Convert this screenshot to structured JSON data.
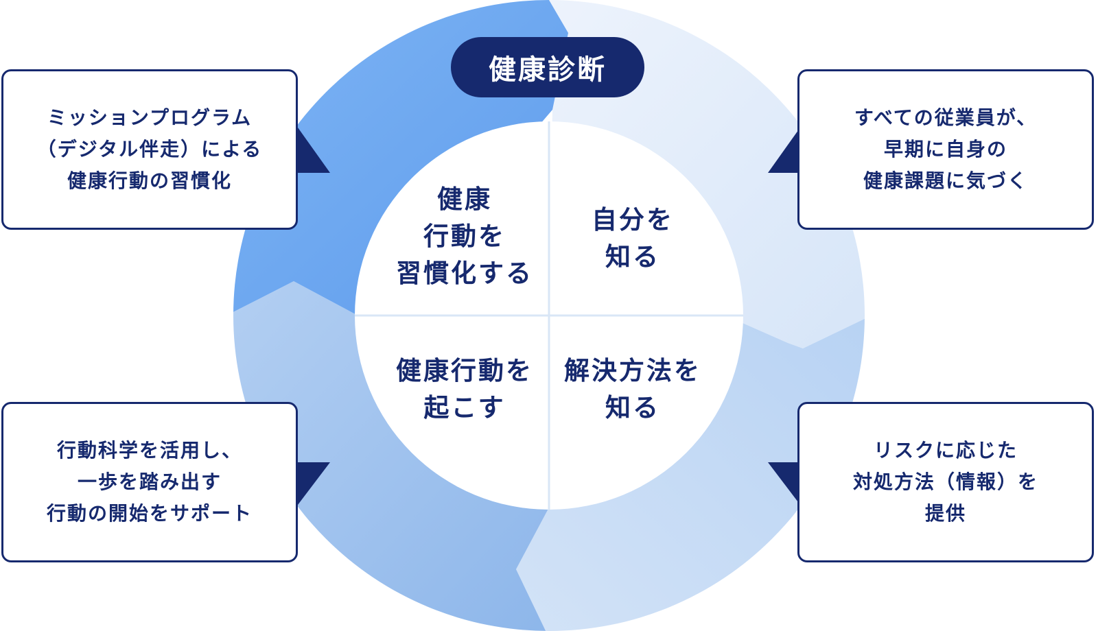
{
  "center_label": "健康診断",
  "quadrants": {
    "top_left": "健康\n行動を\n習慣化する",
    "top_right": "自分を\n知る",
    "bottom_left": "健康行動を\n起こす",
    "bottom_right": "解決方法を\n知る"
  },
  "callouts": {
    "top_left": "ミッションプログラム\n（デジタル伴走）による\n健康行動の習慣化",
    "top_right": "すべての従業員が、\n早期に自身の\n健康課題に気づく",
    "bottom_left": "行動科学を活用し、\n一歩を踏み出す\n行動の開始をサポート",
    "bottom_right": "リスクに応じた\n対処方法（情報）を\n提供"
  },
  "colors": {
    "navy": "#16296e",
    "segment_top_left": "#6aa6f0",
    "segment_top_right": "#e2ecf9",
    "segment_bottom_right": "#c3d9f4",
    "segment_bottom_left": "#9dc0ee",
    "divider": "#d9e6f6"
  }
}
